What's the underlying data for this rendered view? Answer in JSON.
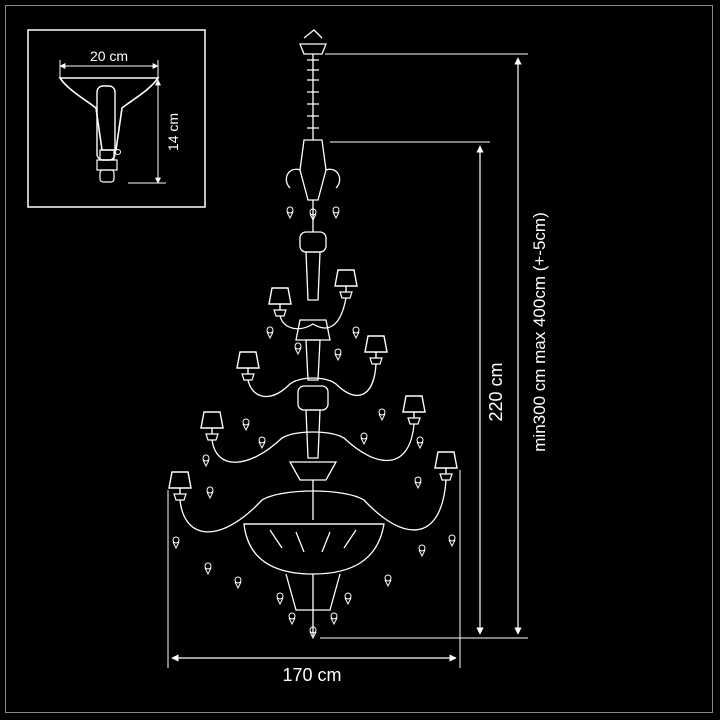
{
  "inset": {
    "width_label": "20 cm",
    "height_label": "14 cm"
  },
  "dimensions": {
    "height_label": "220 cm",
    "suspension_label": "min300 cm  max 400cm (+-5cm)",
    "width_label": "170 cm"
  },
  "colors": {
    "background": "#000000",
    "line": "#ffffff"
  }
}
